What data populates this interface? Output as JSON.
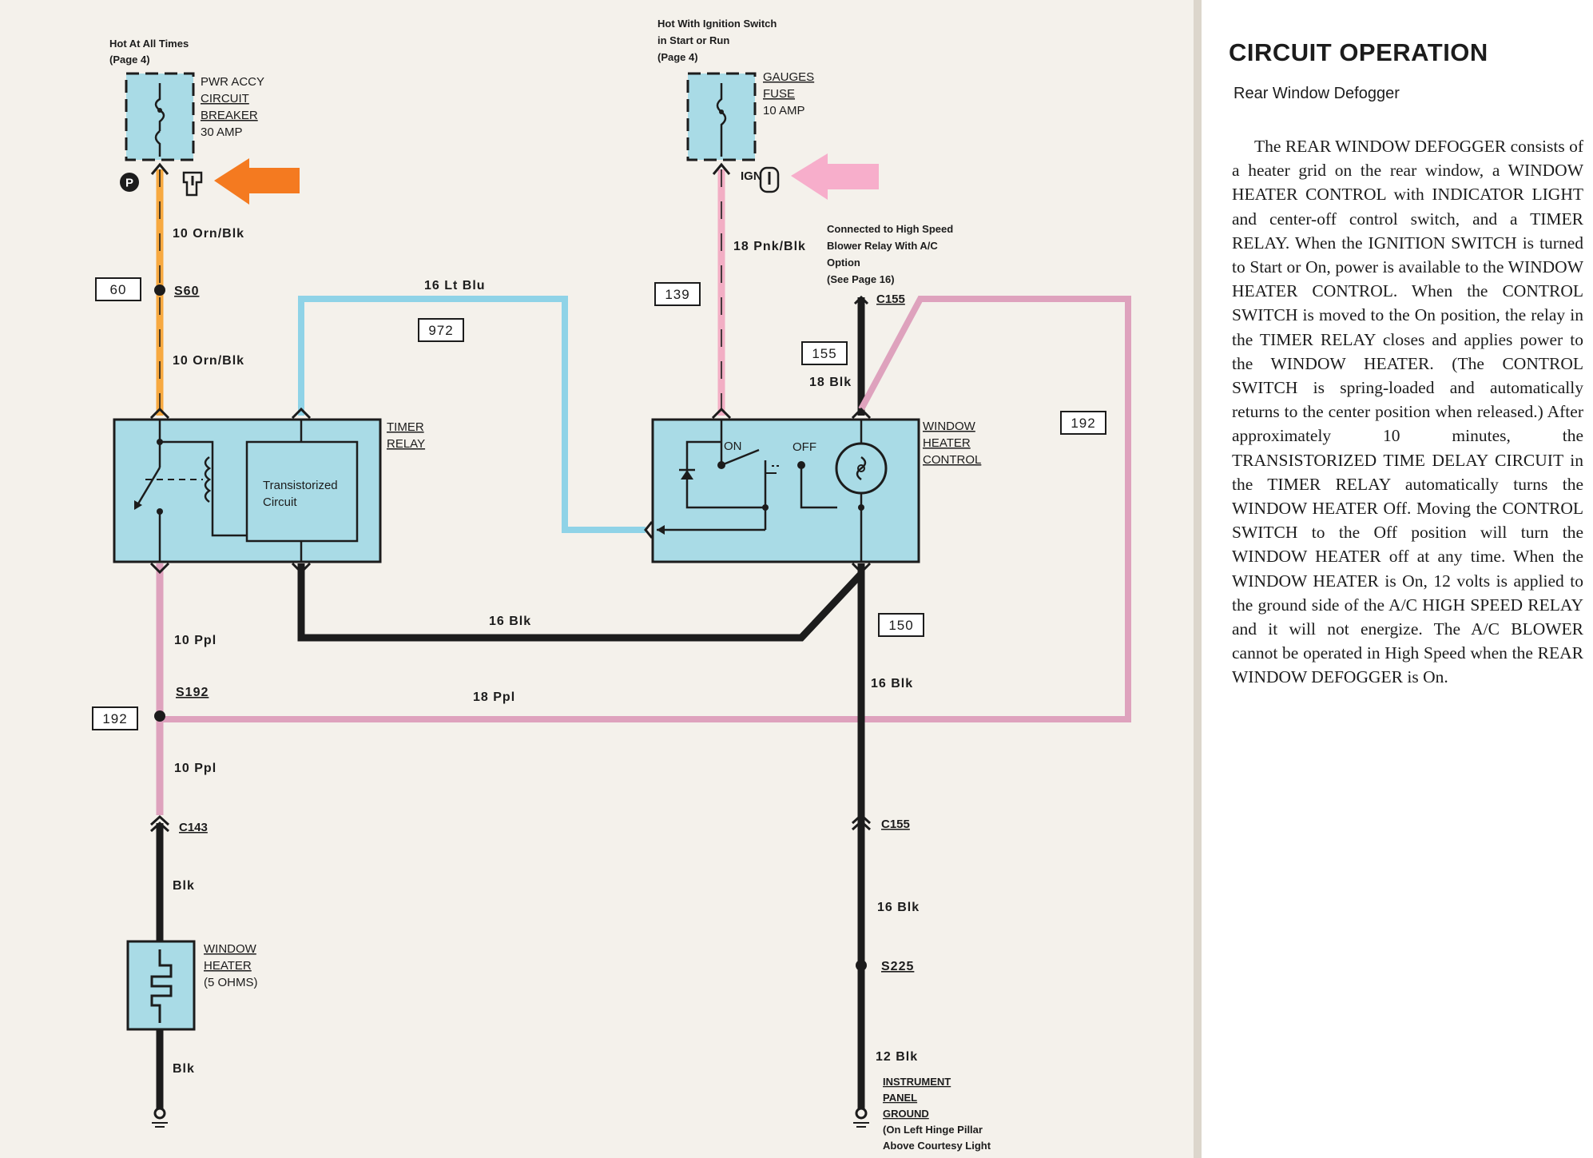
{
  "diagram": {
    "power_sources": {
      "hot": {
        "line1": "Hot At All Times",
        "line2": "(Page 4)"
      },
      "ign": {
        "line1": "Hot With Ignition Switch",
        "line2": "in Start or Run",
        "line3": "(Page 4)"
      }
    },
    "components": {
      "breaker": {
        "line1": "PWR ACCY",
        "line2": "CIRCUIT",
        "line3": "BREAKER",
        "line4": "30 AMP"
      },
      "fuse": {
        "line1": "GAUGES",
        "line2": "FUSE",
        "line3": "10 AMP"
      },
      "timer_relay": {
        "line1": "TIMER",
        "line2": "RELAY",
        "inner1": "Transistorized",
        "inner2": "Circuit"
      },
      "heater_control": {
        "line1": "WINDOW",
        "line2": "HEATER",
        "line3": "CONTROL",
        "on": "ON",
        "off": "OFF"
      },
      "window_heater": {
        "line1": "WINDOW",
        "line2": "HEATER",
        "line3": "(5 OHMS)"
      },
      "ground": {
        "line1": "INSTRUMENT",
        "line2": "PANEL",
        "line3": "GROUND",
        "line4": "(On Left Hinge Pillar",
        "line5": "Above Courtesy Light"
      }
    },
    "notes": {
      "blower": {
        "line1": "Connected to High Speed",
        "line2": "Blower Relay With A/C",
        "line3": "Option",
        "line4": "(See Page 16)"
      }
    },
    "markers": {
      "p_symbol": "P",
      "ign": "IGN"
    },
    "circuit_numbers": [
      "60",
      "972",
      "139",
      "155",
      "192",
      "150",
      "192"
    ],
    "splices": {
      "s60": "S60",
      "s192": "S192",
      "s225": "S225"
    },
    "connectors": {
      "c155_top": "C155",
      "c143": "C143",
      "c155_bottom": "C155"
    },
    "wires": {
      "orn1": "10 Orn/Blk",
      "orn2": "10 Orn/Blk",
      "ltblu": "16 Lt Blu",
      "pnk": "18 Pnk/Blk",
      "blk18": "18 Blk",
      "blk16a": "16 Blk",
      "ppl10a": "10 Ppl",
      "ppl18": "18 Ppl",
      "ppl10b": "10 Ppl",
      "blk_a": "Blk",
      "blk16b": "16 Blk",
      "blk16c": "16 Blk",
      "blk12": "12 Blk",
      "blk_b": "Blk"
    },
    "colors": {
      "orange": "#f7a940",
      "pink": "#f2aec4",
      "purple": "#dea2bd",
      "blue": "#8fd3e7",
      "component": "#a9dbe6",
      "arrow_orange": "#f47a20",
      "arrow_pink": "#f7aecb",
      "background": "#f4f1eb"
    }
  },
  "sidebar": {
    "title": "CIRCUIT OPERATION",
    "subtitle": "Rear Window Defogger",
    "body": "The REAR WINDOW DEFOGGER consists of a heater grid on the rear window, a WINDOW HEATER CONTROL with INDICATOR LIGHT and center-off control switch, and a TIMER RELAY. When the IGNITION SWITCH is turned to Start or On, power is available to the WINDOW HEATER CONTROL. When the CONTROL SWITCH is moved to the On position, the relay in the TIMER RELAY closes and applies power to the WINDOW HEATER. (The CONTROL SWITCH is spring-loaded and automatically returns to the center position when released.) After approximately 10 minutes, the TRANSISTORIZED TIME DELAY CIRCUIT in the TIMER RELAY automatically turns the WINDOW HEATER Off. Moving the CONTROL SWITCH to the Off position will turn the WINDOW HEATER off at any time. When the WINDOW HEATER is On, 12 volts is applied to the ground side of the A/C HIGH SPEED RELAY and it will not energize. The A/C BLOWER cannot be operated in High Speed when the REAR WINDOW DEFOGGER is On."
  }
}
